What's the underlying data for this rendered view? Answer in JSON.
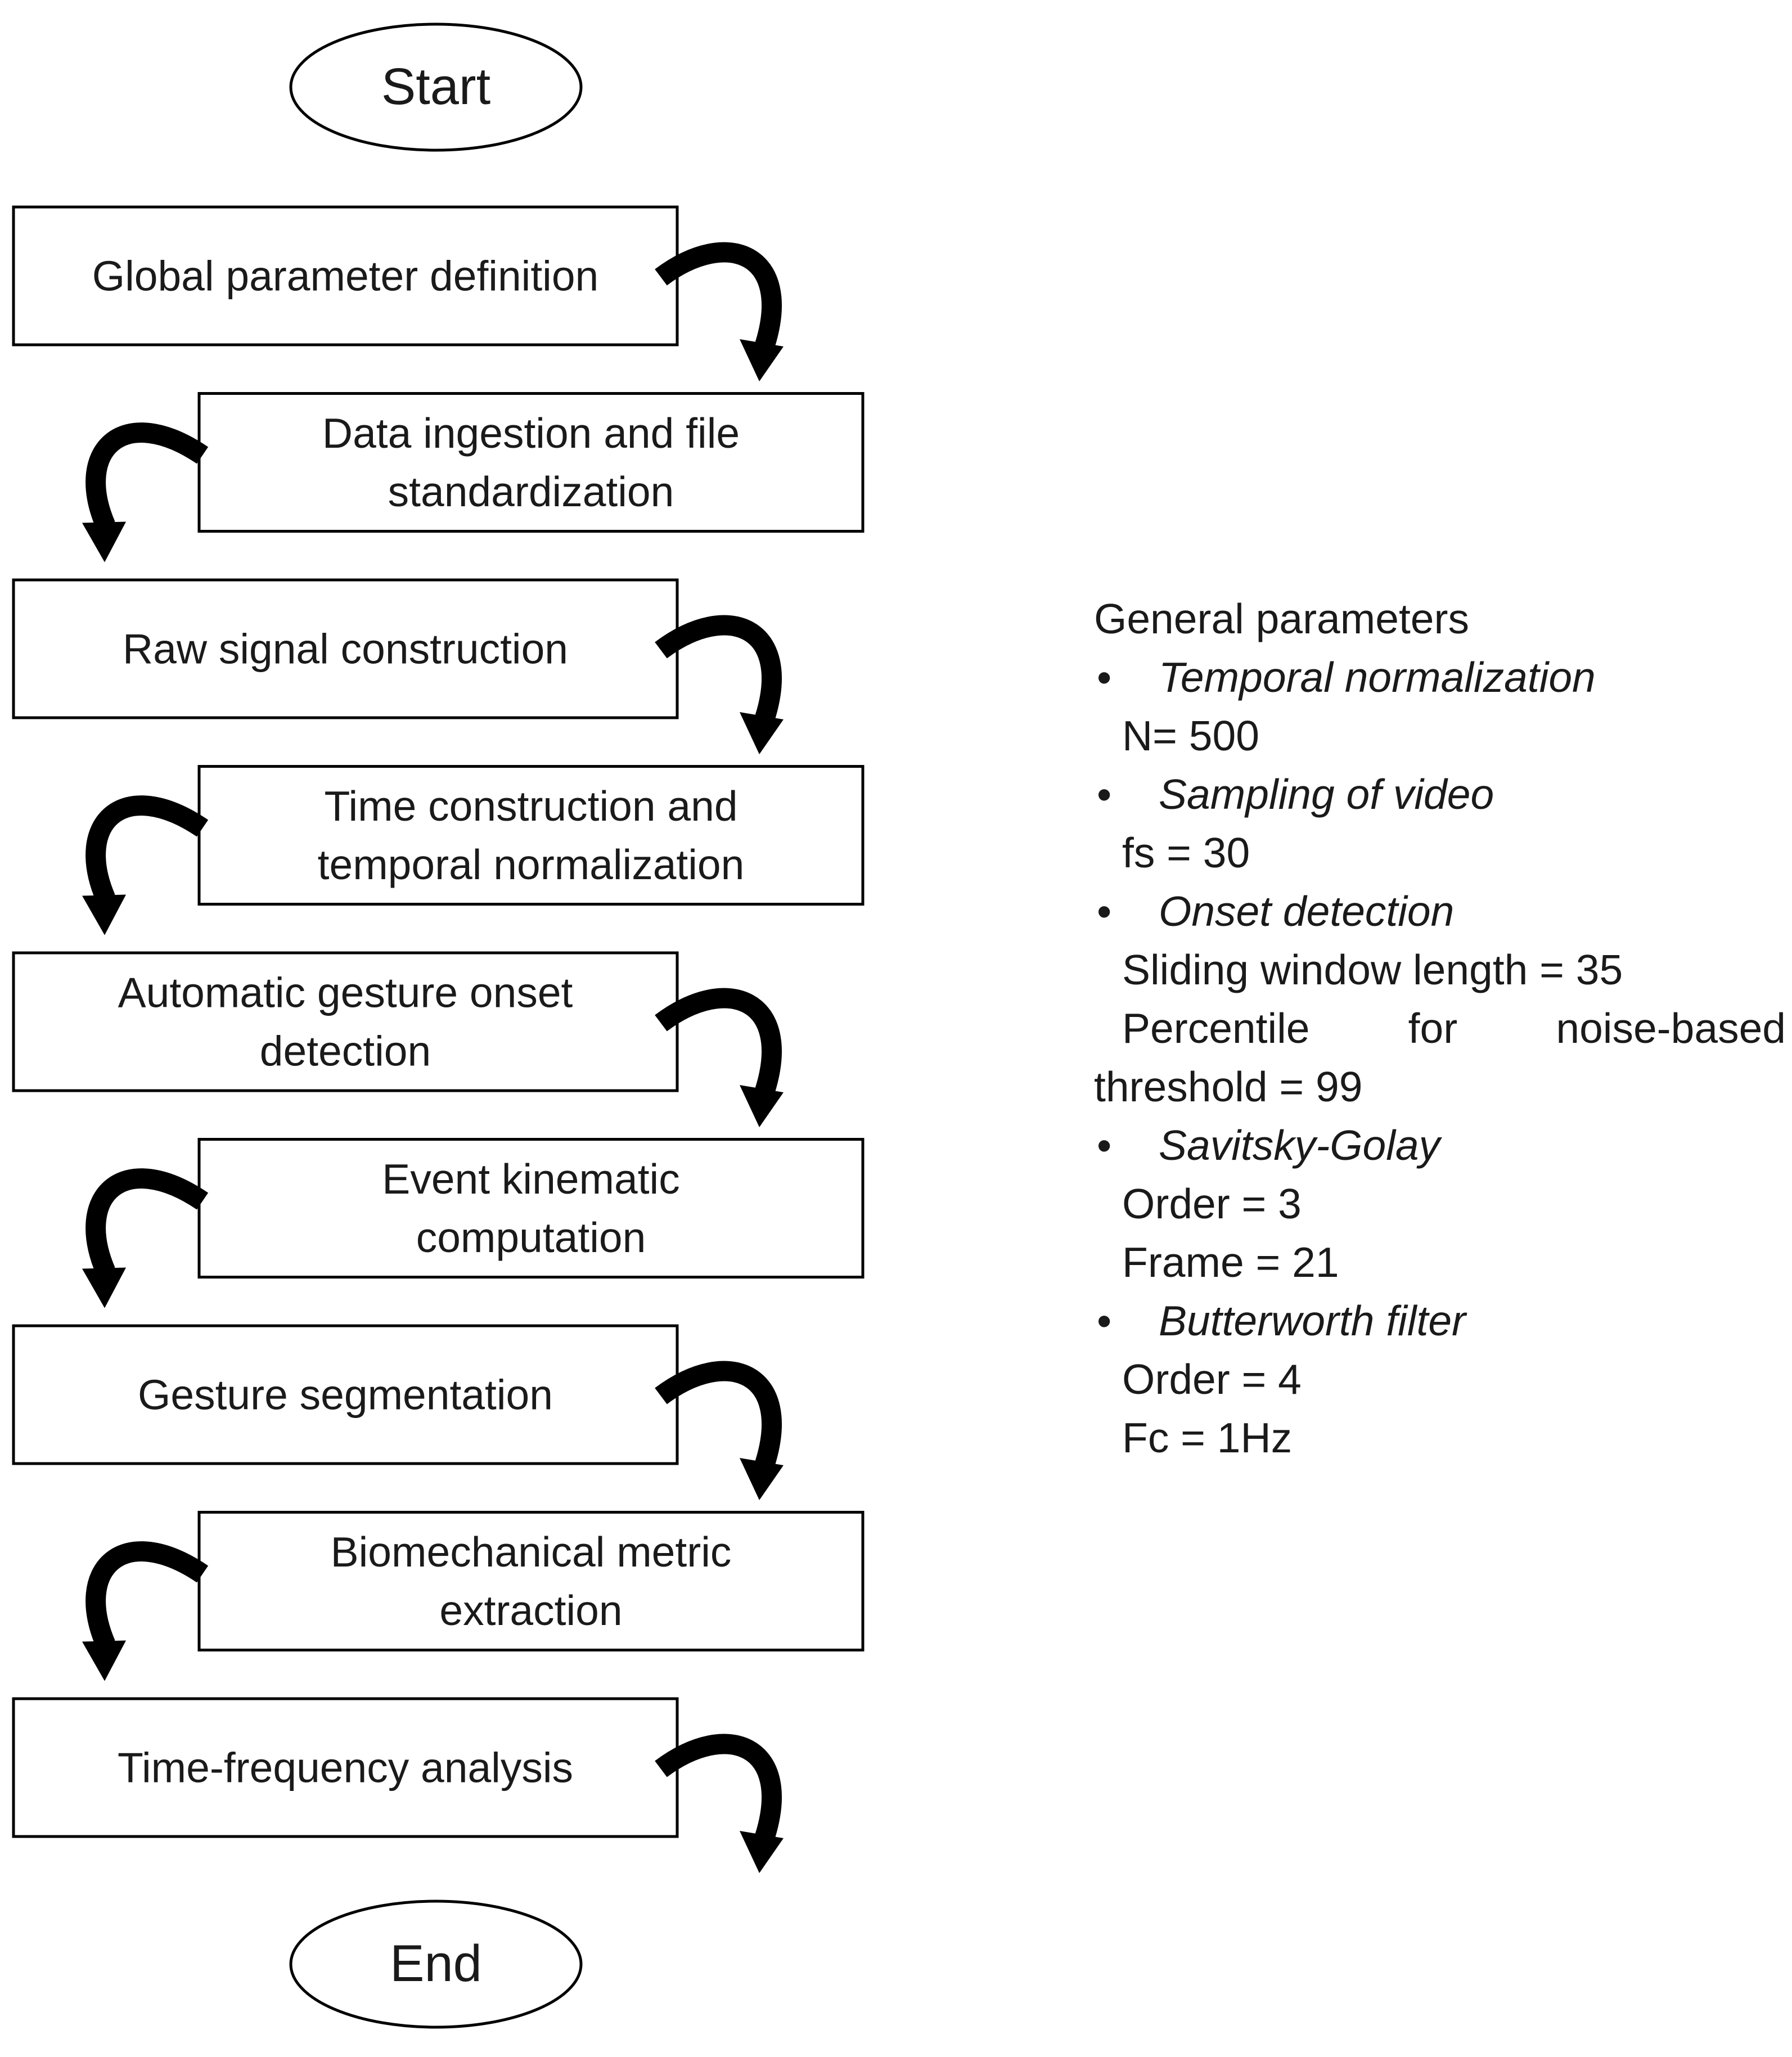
{
  "flowchart": {
    "start_label": "Start",
    "end_label": "End",
    "steps": [
      {
        "lines": [
          "Global parameter definition"
        ]
      },
      {
        "lines": [
          "Data ingestion and file",
          "standardization"
        ]
      },
      {
        "lines": [
          "Raw signal construction"
        ]
      },
      {
        "lines": [
          "Time construction and",
          "temporal normalization"
        ]
      },
      {
        "lines": [
          "Automatic gesture onset",
          "detection"
        ]
      },
      {
        "lines": [
          "Event kinematic",
          "computation"
        ]
      },
      {
        "lines": [
          "Gesture segmentation"
        ]
      },
      {
        "lines": [
          "Biomechanical metric",
          "extraction"
        ]
      },
      {
        "lines": [
          "Time-frequency analysis"
        ]
      }
    ]
  },
  "parameters": {
    "heading": "General parameters",
    "groups": [
      {
        "label": "Temporal normalization",
        "details": [
          "N= 500"
        ]
      },
      {
        "label": "Sampling of video",
        "details": [
          "fs = 30"
        ]
      },
      {
        "label": "Onset detection",
        "details": [
          "Sliding window length = 35",
          "Percentile for noise-based",
          "threshold = 99"
        ]
      },
      {
        "label": "Savitsky-Golay",
        "details": [
          "Order = 3",
          "Frame = 21"
        ]
      },
      {
        "label": "Butterworth filter",
        "details": [
          "Order = 4",
          "Fc = 1Hz"
        ]
      }
    ]
  },
  "colors": {
    "stroke": "#000000",
    "text": "#1a1a1a",
    "background": "#ffffff"
  }
}
